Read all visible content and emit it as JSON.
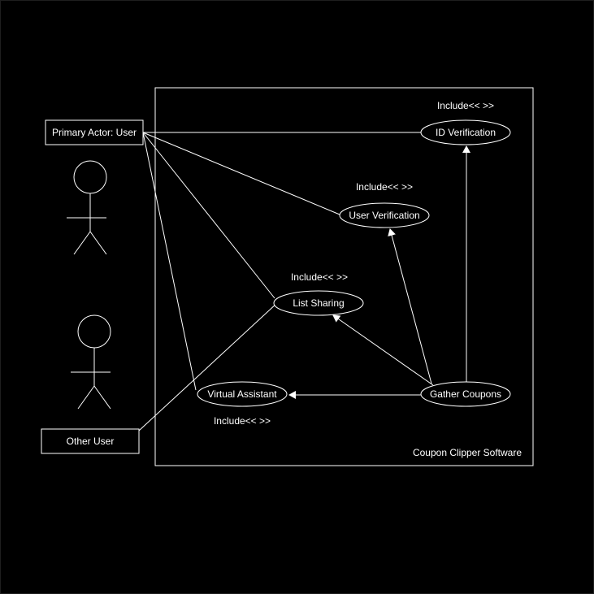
{
  "diagram": {
    "system_boundary": {
      "label": "Coupon Clipper Software"
    },
    "actors": [
      {
        "id": "primary",
        "label": "Primary Actor: User"
      },
      {
        "id": "other",
        "label": "Other User"
      }
    ],
    "use_cases": [
      {
        "id": "id_verification",
        "label": "ID Verification"
      },
      {
        "id": "user_verification",
        "label": "User Verification"
      },
      {
        "id": "list_sharing",
        "label": "List Sharing"
      },
      {
        "id": "virtual_assistant",
        "label": "Virtual Assistant"
      },
      {
        "id": "gather_coupons",
        "label": "Gather Coupons"
      }
    ],
    "include_labels": [
      {
        "near": "id_verification",
        "text": "Include<< >>"
      },
      {
        "near": "user_verification",
        "text": "Include<< >>"
      },
      {
        "near": "list_sharing",
        "text": "Include<< >>"
      },
      {
        "near": "virtual_assistant",
        "text": "Include<< >>"
      }
    ],
    "associations": [
      {
        "from": "primary",
        "to": "id_verification"
      },
      {
        "from": "primary",
        "to": "user_verification"
      },
      {
        "from": "primary",
        "to": "list_sharing"
      },
      {
        "from": "primary",
        "to": "virtual_assistant"
      },
      {
        "from": "other",
        "to": "list_sharing"
      }
    ],
    "includes": [
      {
        "from": "gather_coupons",
        "to": "id_verification"
      },
      {
        "from": "gather_coupons",
        "to": "user_verification"
      },
      {
        "from": "gather_coupons",
        "to": "list_sharing"
      },
      {
        "from": "gather_coupons",
        "to": "virtual_assistant"
      }
    ]
  }
}
